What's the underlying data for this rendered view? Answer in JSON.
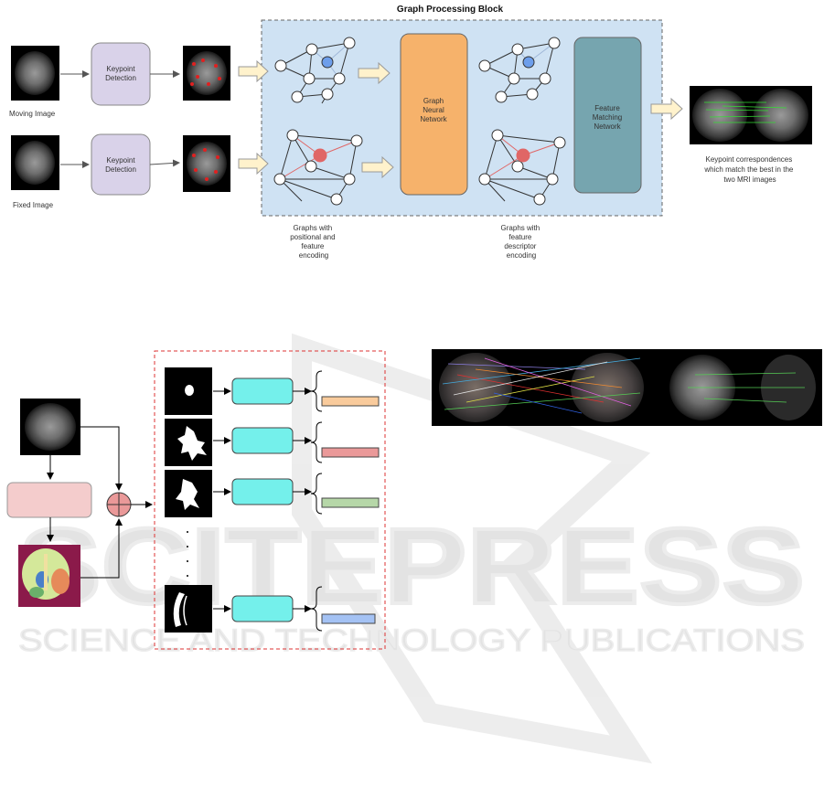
{
  "block_title": "Graph Processing Block",
  "moving_label": "Moving Image",
  "fixed_label": "Fixed Image",
  "keypoint_detection": [
    "Keypoint",
    "Detection"
  ],
  "graphs_positional": [
    "Graphs with",
    "positional and",
    "feature",
    "encoding"
  ],
  "graphs_descriptor": [
    "Graphs with",
    "feature",
    "descriptor",
    "encoding"
  ],
  "gnn": [
    "Graph",
    "Neural",
    "Network"
  ],
  "fmn": [
    "Feature",
    "Matching",
    "Network"
  ],
  "correspondence_caption": [
    "Keypoint correspondences",
    "which match the best in the",
    "two MRI images"
  ],
  "watermark": {
    "main": "SCITEPRESS",
    "sub": "SCIENCE AND TECHNOLOGY PUBLICATIONS"
  },
  "colors": {
    "block_bg": "#cfe2f3",
    "kp_box": "#d9d2e9",
    "gnn": "#f6b26b",
    "fmn": "#76a5af",
    "arrow_fill": "#fff2cc",
    "seg_box": "#74f0eb",
    "pink_box": "#f4cccc",
    "bar_orange": "#f9cb9c",
    "bar_red": "#ea9999",
    "bar_green": "#b6d7a8",
    "bar_blue": "#a4c2f4",
    "red_node": "#e06666",
    "blue_node": "#6d9eeb"
  }
}
